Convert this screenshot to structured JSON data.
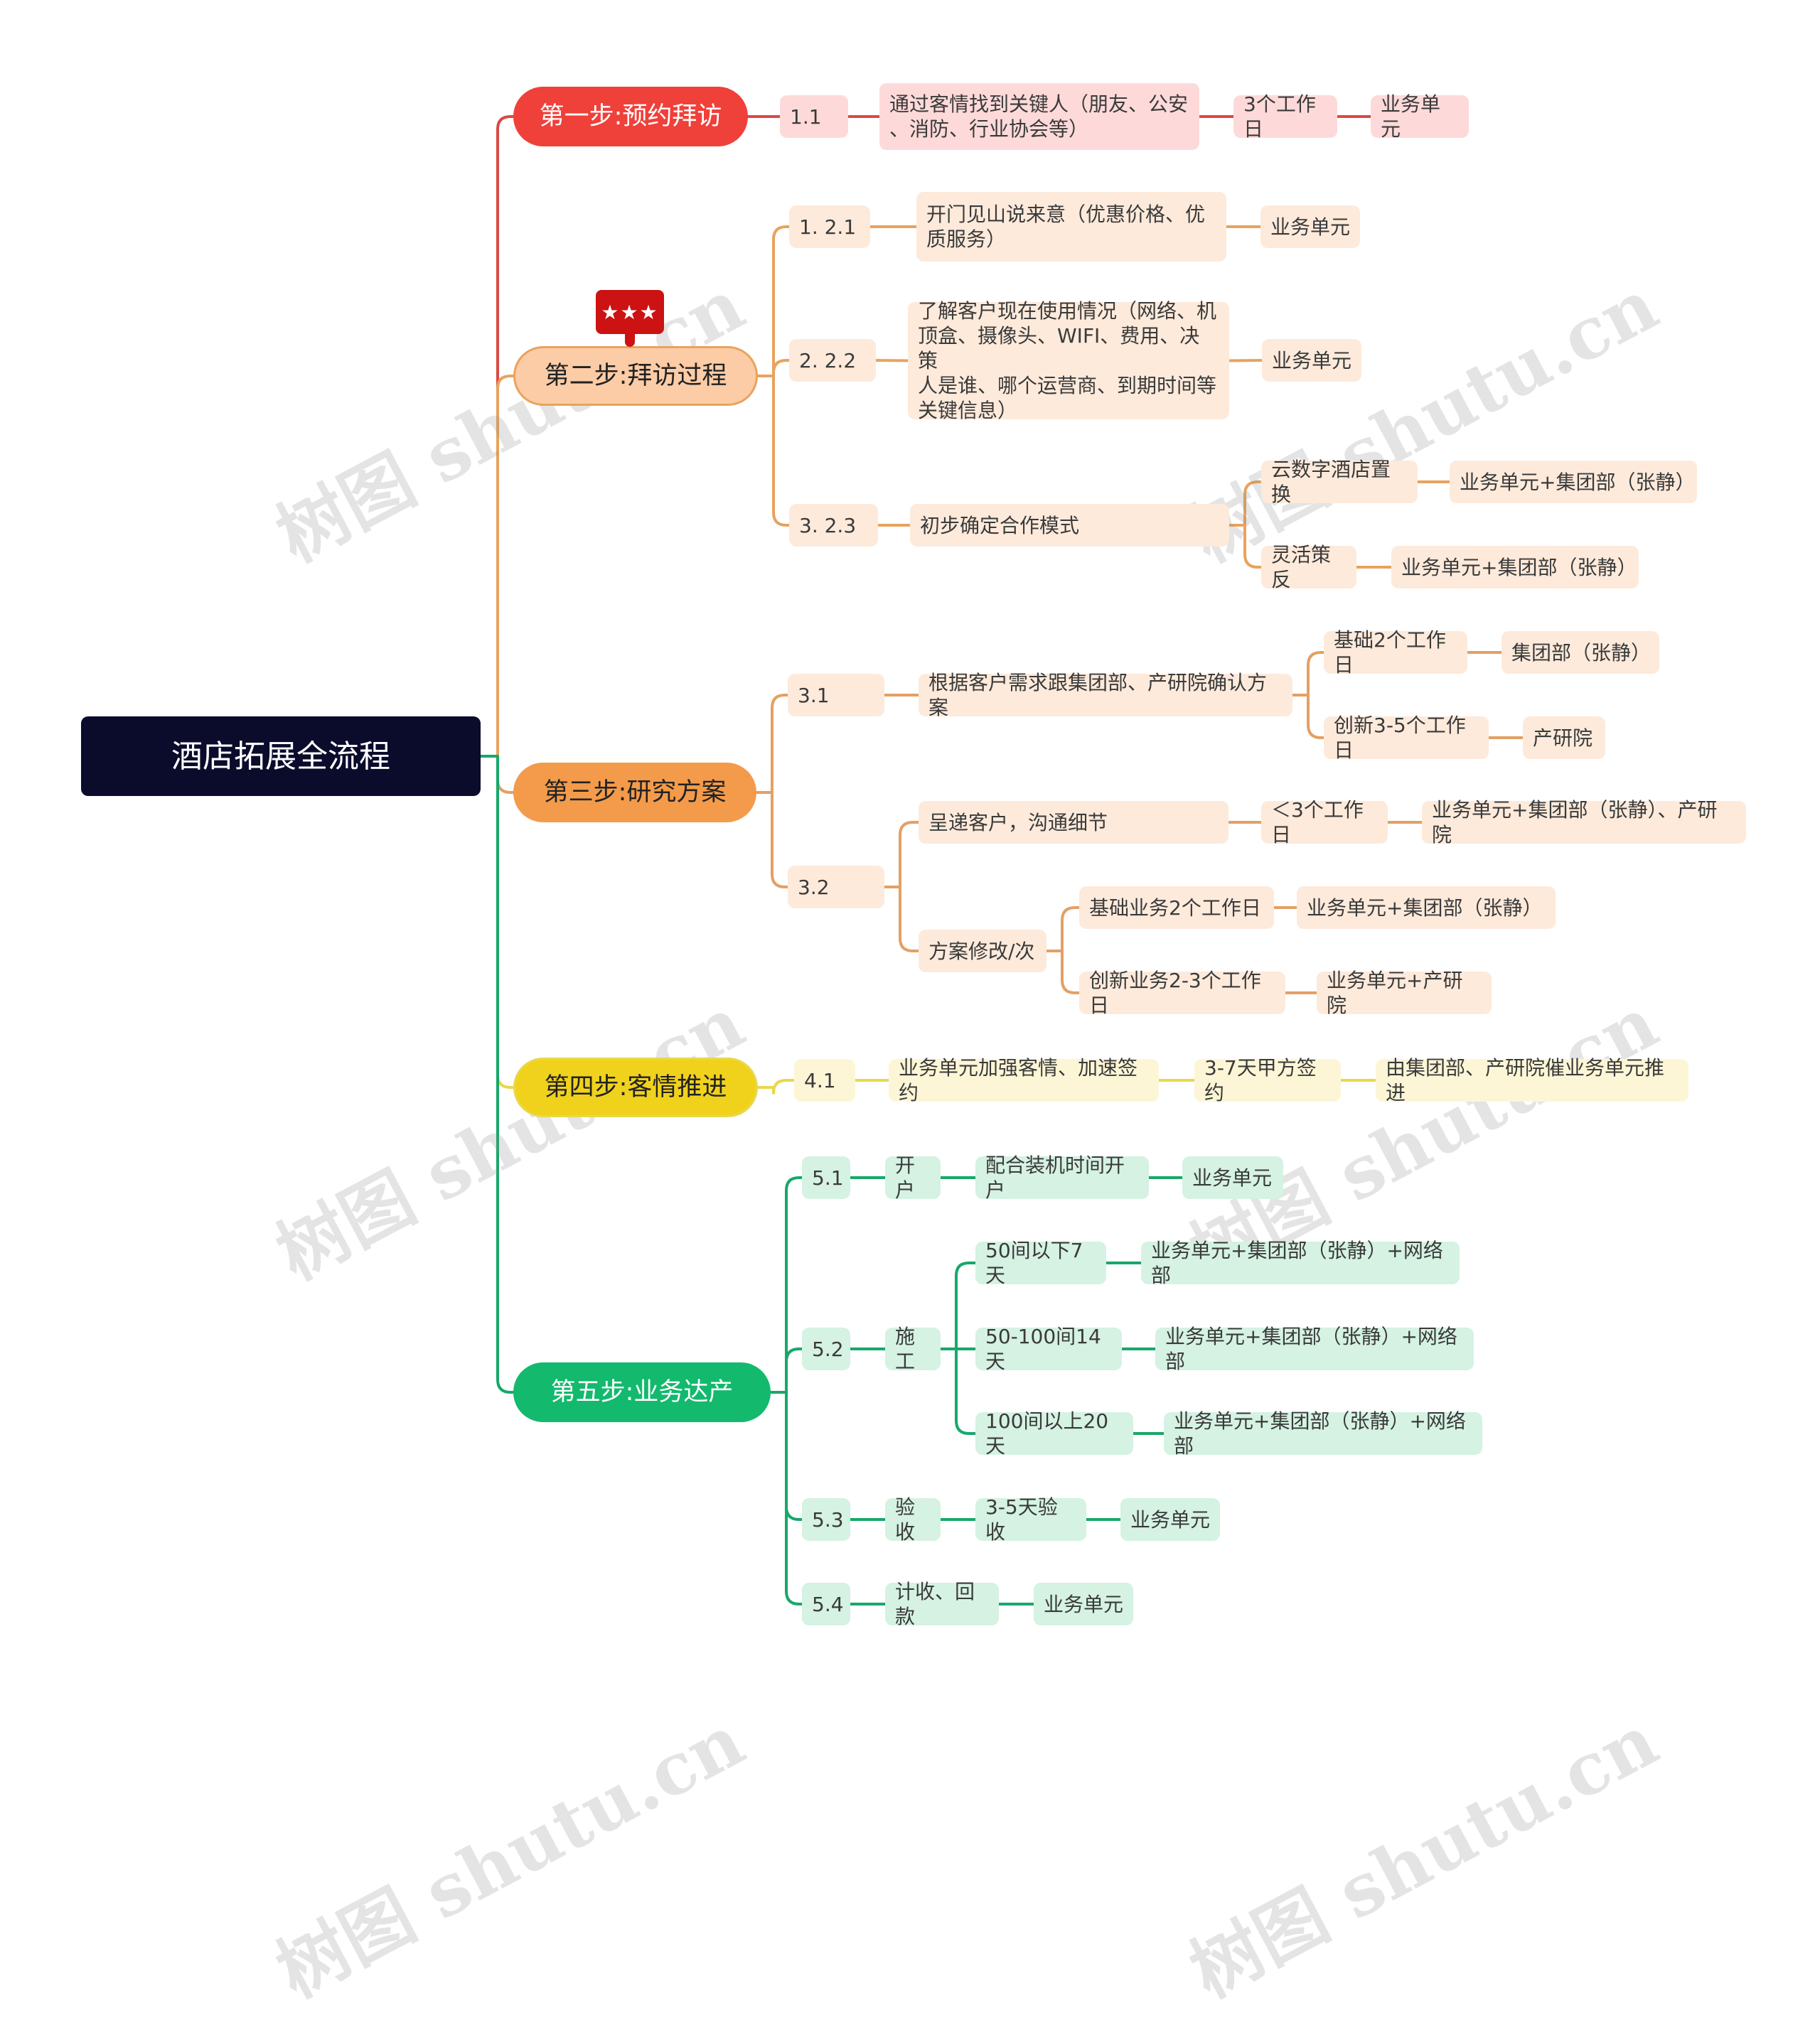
{
  "watermark": "树图 shutu.cn",
  "colors": {
    "root": "#0b0b2c",
    "step1": "#f0403a",
    "step1_light": "#fddad9",
    "step2": "#fccca6",
    "step2_line": "#e8a35e",
    "step2_light": "#fdeadb",
    "step3": "#f39b4a",
    "step3_line": "#e3a064",
    "step3_light": "#fdeadb",
    "step4": "#f0d21d",
    "step4_line": "#e8d84c",
    "step4_light": "#fdf6d6",
    "step5": "#13b96d",
    "step5_line": "#17a86a",
    "step5_light": "#d5f2e3"
  },
  "root": {
    "label": "酒店拓展全流程"
  },
  "marker": {
    "icon": "priority-flag-icon",
    "symbol": "★★★"
  },
  "steps": [
    {
      "label": "第一步:预约拜访",
      "children": [
        {
          "label": "1.1",
          "children": [
            {
              "label": "通过客情找到关键人（朋友、公安\n、消防、行业协会等）",
              "children": [
                {
                  "label": "3个工作日",
                  "children": [
                    {
                      "label": "业务单元"
                    }
                  ]
                }
              ]
            }
          ]
        }
      ]
    },
    {
      "label": "第二步:拜访过程",
      "children": [
        {
          "label": "1.  2.1",
          "children": [
            {
              "label": "开门见山说来意（优惠价格、优\n质服务）",
              "children": [
                {
                  "label": "业务单元"
                }
              ]
            }
          ]
        },
        {
          "label": "2.  2.2",
          "children": [
            {
              "label": "了解客户现在使用情况（网络、机\n顶盒、摄像头、WIFI、费用、决策\n人是谁、哪个运营商、到期时间等\n关键信息）",
              "children": [
                {
                  "label": "业务单元"
                }
              ]
            }
          ]
        },
        {
          "label": "3.  2.3",
          "children": [
            {
              "label": "初步确定合作模式",
              "children": [
                {
                  "label": "云数字酒店置换",
                  "children": [
                    {
                      "label": "业务单元+集团部（张静）"
                    }
                  ]
                },
                {
                  "label": "灵活策反",
                  "children": [
                    {
                      "label": "业务单元+集团部（张静）"
                    }
                  ]
                }
              ]
            }
          ]
        }
      ]
    },
    {
      "label": "第三步:研究方案",
      "children": [
        {
          "label": "3.1",
          "children": [
            {
              "label": "根据客户需求跟集团部、产研院确认方案",
              "children": [
                {
                  "label": "基础2个工作日",
                  "children": [
                    {
                      "label": "集团部（张静）"
                    }
                  ]
                },
                {
                  "label": "创新3-5个工作日",
                  "children": [
                    {
                      "label": "产研院"
                    }
                  ]
                }
              ]
            }
          ]
        },
        {
          "label": "3.2",
          "children": [
            {
              "label": "呈递客户，沟通细节",
              "children": [
                {
                  "label": "＜3个工作日",
                  "children": [
                    {
                      "label": "业务单元+集团部（张静）、产研院"
                    }
                  ]
                }
              ]
            },
            {
              "label": "方案修改/次",
              "children": [
                {
                  "label": "基础业务2个工作日",
                  "children": [
                    {
                      "label": "业务单元+集团部（张静）"
                    }
                  ]
                },
                {
                  "label": "创新业务2-3个工作日",
                  "children": [
                    {
                      "label": "业务单元+产研院"
                    }
                  ]
                }
              ]
            }
          ]
        }
      ]
    },
    {
      "label": "第四步:客情推进",
      "children": [
        {
          "label": "4.1",
          "children": [
            {
              "label": "业务单元加强客情、加速签约",
              "children": [
                {
                  "label": "3-7天甲方签约",
                  "children": [
                    {
                      "label": "由集团部、产研院催业务单元推进"
                    }
                  ]
                }
              ]
            }
          ]
        }
      ]
    },
    {
      "label": "第五步:业务达产",
      "children": [
        {
          "label": "5.1",
          "children": [
            {
              "label": "开户",
              "children": [
                {
                  "label": "配合装机时间开户",
                  "children": [
                    {
                      "label": "业务单元"
                    }
                  ]
                }
              ]
            }
          ]
        },
        {
          "label": "5.2",
          "children": [
            {
              "label": "施工",
              "children": [
                {
                  "label": "50间以下7天",
                  "children": [
                    {
                      "label": "业务单元+集团部（张静）+网络部"
                    }
                  ]
                },
                {
                  "label": "50-100间14天",
                  "children": [
                    {
                      "label": "业务单元+集团部（张静）+网络部"
                    }
                  ]
                },
                {
                  "label": "100间以上20天",
                  "children": [
                    {
                      "label": "业务单元+集团部（张静）+网络部"
                    }
                  ]
                }
              ]
            }
          ]
        },
        {
          "label": "5.3",
          "children": [
            {
              "label": "验收",
              "children": [
                {
                  "label": "3-5天验收",
                  "children": [
                    {
                      "label": "业务单元"
                    }
                  ]
                }
              ]
            }
          ]
        },
        {
          "label": "5.4",
          "children": [
            {
              "label": "计收、回款",
              "children": [
                {
                  "label": "业务单元"
                }
              ]
            }
          ]
        }
      ]
    }
  ]
}
